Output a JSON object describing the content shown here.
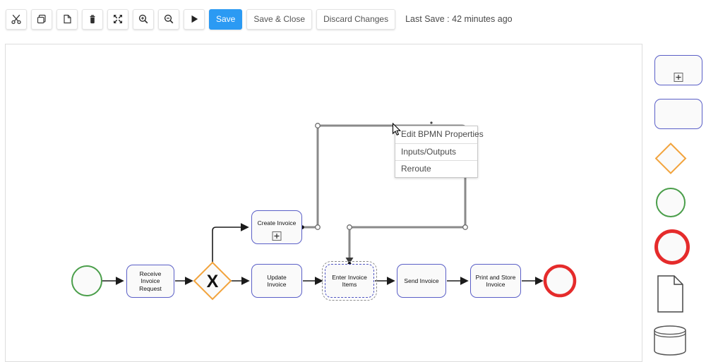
{
  "toolbar": {
    "icon_buttons": [
      {
        "icon": "cut-icon"
      },
      {
        "icon": "copy-icon"
      },
      {
        "icon": "paste-icon"
      },
      {
        "icon": "delete-icon"
      },
      {
        "icon": "fit-screen-icon"
      },
      {
        "icon": "zoom-in-icon"
      },
      {
        "icon": "zoom-out-icon"
      },
      {
        "icon": "run-icon"
      }
    ],
    "save": "Save",
    "save_and_close": "Save & Close",
    "discard_changes": "Discard Changes",
    "last_save": "Last Save : 42 minutes ago"
  },
  "context_menu": {
    "items": [
      "Edit BPMN Properties",
      "Inputs/Outputs",
      "Reroute"
    ]
  },
  "diagram": {
    "gateway_marker": "X",
    "tasks": [
      {
        "label": "Receive\nInvoice\nRequest"
      },
      {
        "label": "Create Invoice",
        "subprocess_marker": true
      },
      {
        "label": "Update\nInvoice"
      },
      {
        "label": "Enter Invoice\nItems",
        "selected": true
      },
      {
        "label": "Send Invoice"
      },
      {
        "label": "Print and Store\nInvoice"
      }
    ],
    "events": [
      {
        "type": "start-event",
        "color": "#4a9e4a"
      },
      {
        "type": "end-event",
        "color": "#e52b2b"
      }
    ]
  },
  "palette": {
    "items": [
      "subprocess",
      "task",
      "gateway",
      "start-event",
      "end-event",
      "data-object",
      "data-store"
    ]
  },
  "colors": {
    "accent_blue": "#2b9af3",
    "task_border": "#5a5fc7",
    "gateway_orange": "#f2a33c",
    "start_green": "#4a9e4a",
    "end_red": "#e52b2b",
    "selected_edge_gray": "#8a8a8a"
  }
}
